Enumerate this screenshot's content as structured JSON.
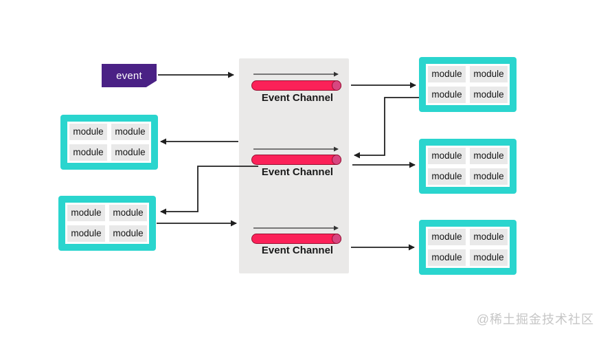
{
  "event_box": {
    "label": "event"
  },
  "channels": [
    {
      "label": "Event Channel"
    },
    {
      "label": "Event Channel"
    },
    {
      "label": "Event Channel"
    }
  ],
  "module_groups": {
    "right_top": {
      "modules": [
        "module",
        "module",
        "module",
        "module"
      ]
    },
    "left_middle": {
      "modules": [
        "module",
        "module",
        "module",
        "module"
      ]
    },
    "right_middle": {
      "modules": [
        "module",
        "module",
        "module",
        "module"
      ]
    },
    "left_bottom": {
      "modules": [
        "module",
        "module",
        "module",
        "module"
      ]
    },
    "right_bottom": {
      "modules": [
        "module",
        "module",
        "module",
        "module"
      ]
    }
  },
  "watermark": "@稀土掘金技术社区",
  "colors": {
    "event_purple": "#4A2185",
    "channel_pink": "#FB2158",
    "channel_cap": "#D84680",
    "channel_border": "#971031",
    "group_cyan": "#2AD5CE",
    "module_gray": "#E9E9E9",
    "panel_gray": "#EAE9E8",
    "arrow_black": "#1F1F1F",
    "watermark_gray": "#C6C6C6"
  }
}
